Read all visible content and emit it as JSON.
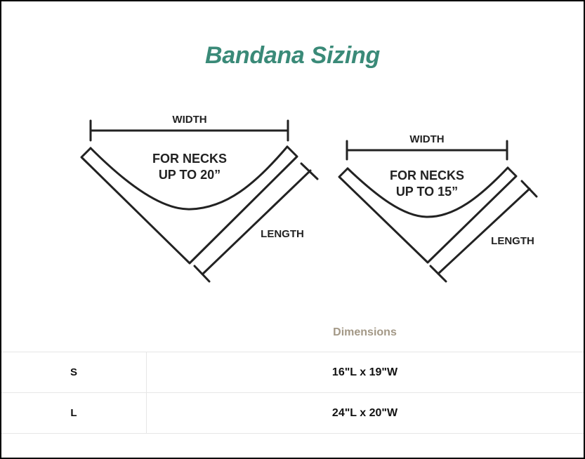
{
  "page": {
    "title": "Bandana Sizing",
    "title_color": "#3a8a78",
    "header_color": "#a39886"
  },
  "diagrams": [
    {
      "width_label": "WIDTH",
      "necks_line1": "FOR NECKS",
      "necks_line2": "UP TO 20”",
      "length_label": "LENGTH"
    },
    {
      "width_label": "WIDTH",
      "necks_line1": "FOR NECKS",
      "necks_line2": "UP TO 15”",
      "length_label": "LENGTH"
    }
  ],
  "table": {
    "header": "Dimensions",
    "rows": [
      {
        "size": "S",
        "dimensions": "16\"L x 19\"W"
      },
      {
        "size": "L",
        "dimensions": "24\"L x 20\"W"
      }
    ]
  }
}
